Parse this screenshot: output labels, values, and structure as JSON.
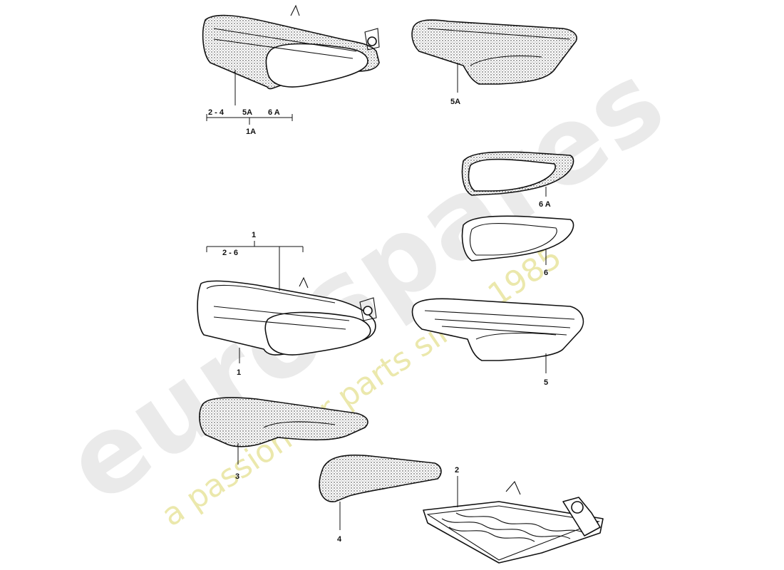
{
  "watermark": {
    "brand": "eurospares",
    "tagline": "a passion for parts since 1985",
    "color": "#d9d9d9",
    "tagline_color": "#e3df8a"
  },
  "callouts": {
    "top_group_a": "2 - 4",
    "top_group_b": "5A",
    "top_group_c": "6 A",
    "top_group_total": "1A",
    "top_right_cover": "5A",
    "side_cover_a": "6 A",
    "side_cover": "6",
    "assembly_total": "1",
    "assembly_range": "2 - 6",
    "assembly_item": "1",
    "cover": "5",
    "cushion": "3",
    "side_pad": "4",
    "frame": "2"
  }
}
